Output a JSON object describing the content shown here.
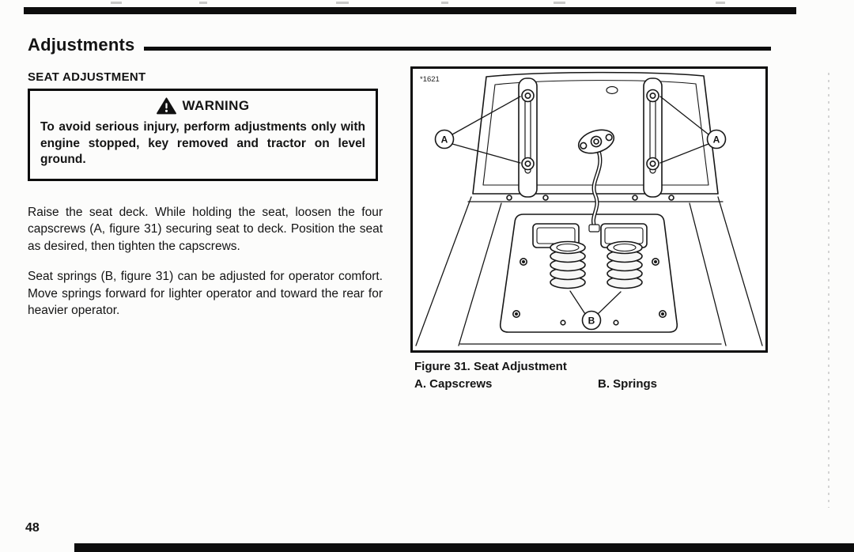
{
  "page": {
    "section_title": "Adjustments",
    "subsection_title": "SEAT ADJUSTMENT",
    "page_number": "48"
  },
  "warning_box": {
    "title": "WARNING",
    "body": "To avoid serious injury, perform adjustments only with engine stopped, key removed and tractor on level ground."
  },
  "paragraphs": {
    "p1": "Raise the seat deck. While holding the seat, loosen the four capscrews (A, figure 31) securing seat to deck. Position the seat as desired, then tighten the capscrews.",
    "p2": "Seat springs (B, figure 31) can be adjusted for operator comfort. Move springs forward for lighter operator and toward the rear for heavier operator."
  },
  "figure": {
    "photo_ref": "*1621",
    "caption": "Figure 31. Seat Adjustment",
    "legend_a": "A. Capscrews",
    "legend_b": "B. Springs",
    "callout_a": "A",
    "callout_b": "B"
  }
}
